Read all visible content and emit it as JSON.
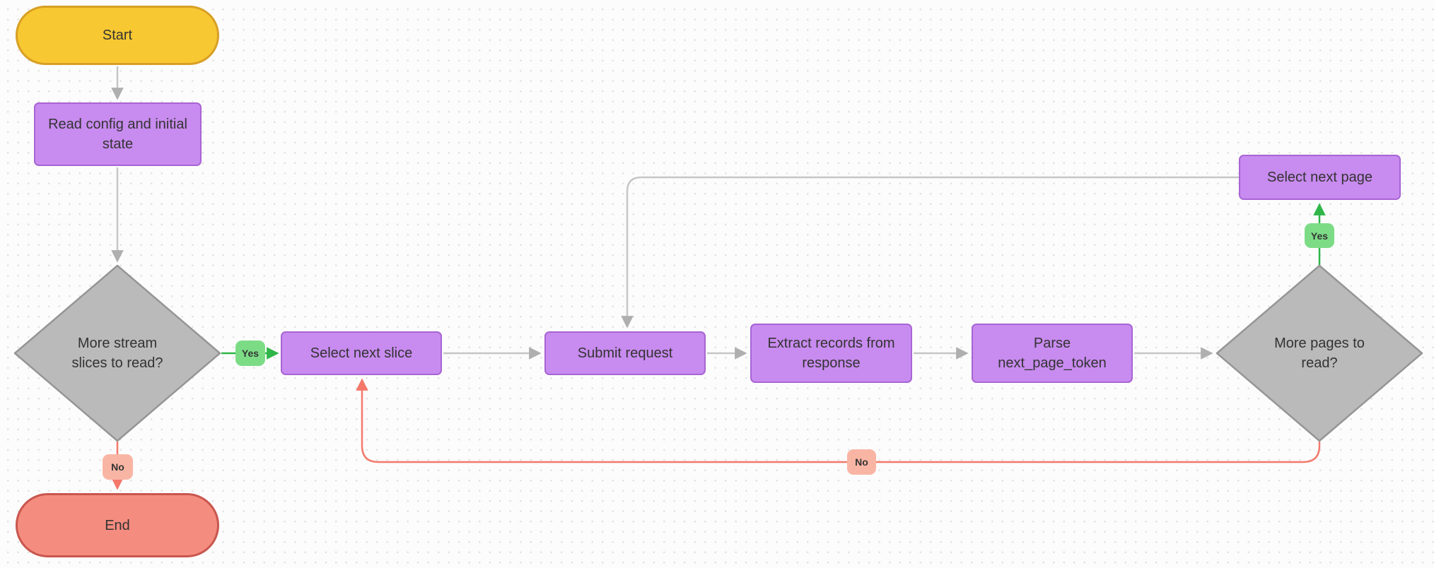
{
  "nodes": {
    "start": {
      "label": "Start",
      "type": "terminal"
    },
    "read_config": {
      "label": "Read config and initial\nstate",
      "type": "process"
    },
    "more_slices": {
      "label": "More stream\nslices to read?",
      "type": "decision"
    },
    "select_next_slice": {
      "label": "Select next slice",
      "type": "process"
    },
    "submit_request": {
      "label": "Submit request",
      "type": "process"
    },
    "extract_records": {
      "label": "Extract records from\nresponse",
      "type": "process"
    },
    "parse_token": {
      "label": "Parse\nnext_page_token",
      "type": "process"
    },
    "more_pages": {
      "label": "More pages to\nread?",
      "type": "decision"
    },
    "select_next_page": {
      "label": "Select next page",
      "type": "process"
    },
    "end": {
      "label": "End",
      "type": "terminal"
    }
  },
  "edge_labels": {
    "more_slices_yes": "Yes",
    "more_slices_no": "No",
    "more_pages_yes": "Yes",
    "more_pages_no": "No"
  },
  "colors": {
    "background": "#FCFCFC",
    "grid_dot": "#E2E2E2",
    "start_fill": "#F7C832",
    "start_border": "#D89F25",
    "process_fill": "#C88BEF",
    "process_border": "#A864D4",
    "decision_fill": "#BABABA",
    "decision_border": "#959595",
    "end_fill": "#F58C80",
    "end_border": "#C8564E",
    "edge_gray": "#C6C6C6",
    "arrowhead_gray": "#AFAFAF",
    "edge_yes_green": "#2EB648",
    "yes_badge_fill": "#7CDC86",
    "edge_no_pink": "#F4796B",
    "no_badge_fill": "#F9B5A4",
    "text": "#333333"
  }
}
